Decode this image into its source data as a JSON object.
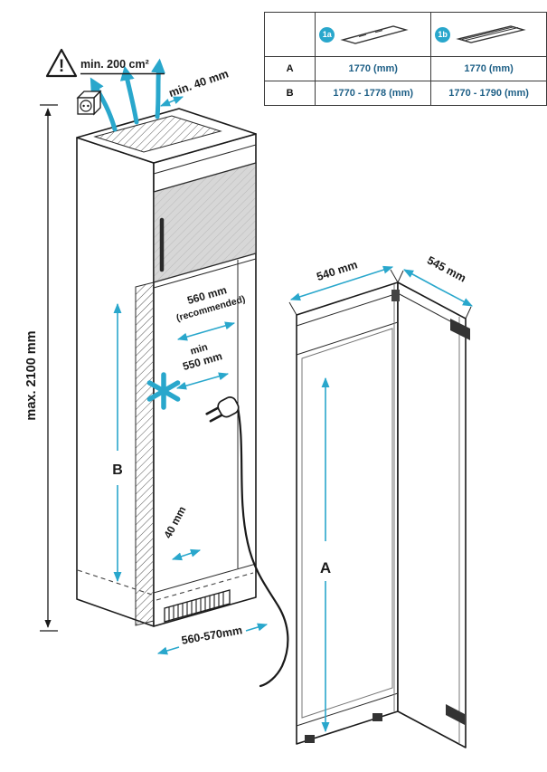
{
  "colors": {
    "accent": "#29a7cc",
    "line": "#1a1a1a",
    "panel_gray": "#d7d7d7",
    "table_value": "#1d5f86"
  },
  "spec_table": {
    "variants": [
      {
        "badge": "1a"
      },
      {
        "badge": "1b"
      }
    ],
    "rows": [
      {
        "label": "A",
        "values": [
          "1770 (mm)",
          "1770 (mm)"
        ]
      },
      {
        "label": "B",
        "values": [
          "1770 - 1778 (mm)",
          "1770 - 1790 (mm)"
        ]
      }
    ]
  },
  "niche": {
    "warning_mark": "!",
    "ventilation_area": "min. 200 cm²",
    "top_clearance": "min. 40 mm",
    "max_height": "max. 2100 mm",
    "depth_recommended_value": "560 mm",
    "depth_recommended_note": "(recommended)",
    "depth_min_word": "min",
    "depth_min_value": "550 mm",
    "height_ref": "B",
    "bottom_clearance": "40 mm",
    "niche_width": "560-570mm"
  },
  "appliance": {
    "width": "540 mm",
    "depth": "545 mm",
    "height_ref": "A"
  }
}
